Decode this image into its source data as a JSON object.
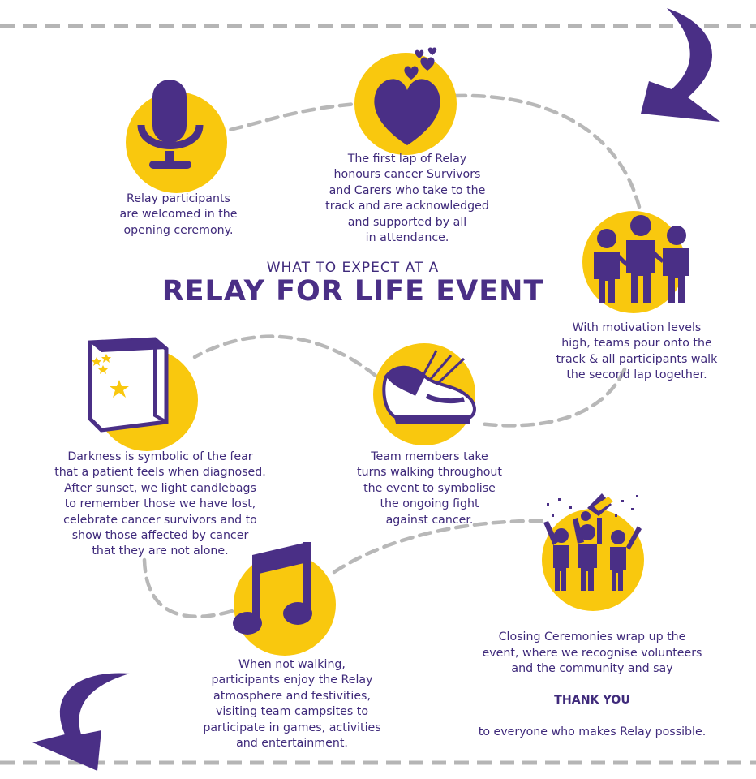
{
  "colors": {
    "purple": "#4a2f86",
    "yellow": "#f9c80e",
    "path": "#b5b5b5"
  },
  "heading": {
    "subtitle": "WHAT TO EXPECT AT A",
    "title": "RELAY FOR LIFE EVENT"
  },
  "steps": [
    {
      "icon": "microphone-icon",
      "text": "Relay participants\nare welcomed in the\nopening ceremony."
    },
    {
      "icon": "hearts-icon",
      "text": "The first lap of Relay\nhonours cancer Survivors\nand Carers who take to the\ntrack and are acknowledged\nand supported by all\nin attendance."
    },
    {
      "icon": "group-people-icon",
      "text": "With motivation levels\nhigh, teams pour onto the\ntrack & all participants walk\nthe second lap together."
    },
    {
      "icon": "sneaker-icon",
      "text": "Team members take\nturns walking throughout\nthe event to symbolise\nthe ongoing fight\nagainst cancer."
    },
    {
      "icon": "candlebag-icon",
      "text": "Darkness is symbolic of the fear\nthat a patient feels when diagnosed.\nAfter sunset, we light candlebags\nto remember those we have lost,\ncelebrate cancer survivors and to\nshow those affected by cancer\nthat they are not alone."
    },
    {
      "icon": "music-note-icon",
      "text": "When not walking,\nparticipants enjoy the Relay\natmosphere and festivities,\nvisiting team campsites to\nparticipate in games, activities\nand entertainment."
    },
    {
      "icon": "celebration-trophy-icon",
      "text_before": "Closing Ceremonies wrap up the\nevent, where we recognise volunteers\nand the community and say",
      "thanks": "THANK YOU",
      "text_after": "to everyone who makes Relay possible."
    }
  ]
}
